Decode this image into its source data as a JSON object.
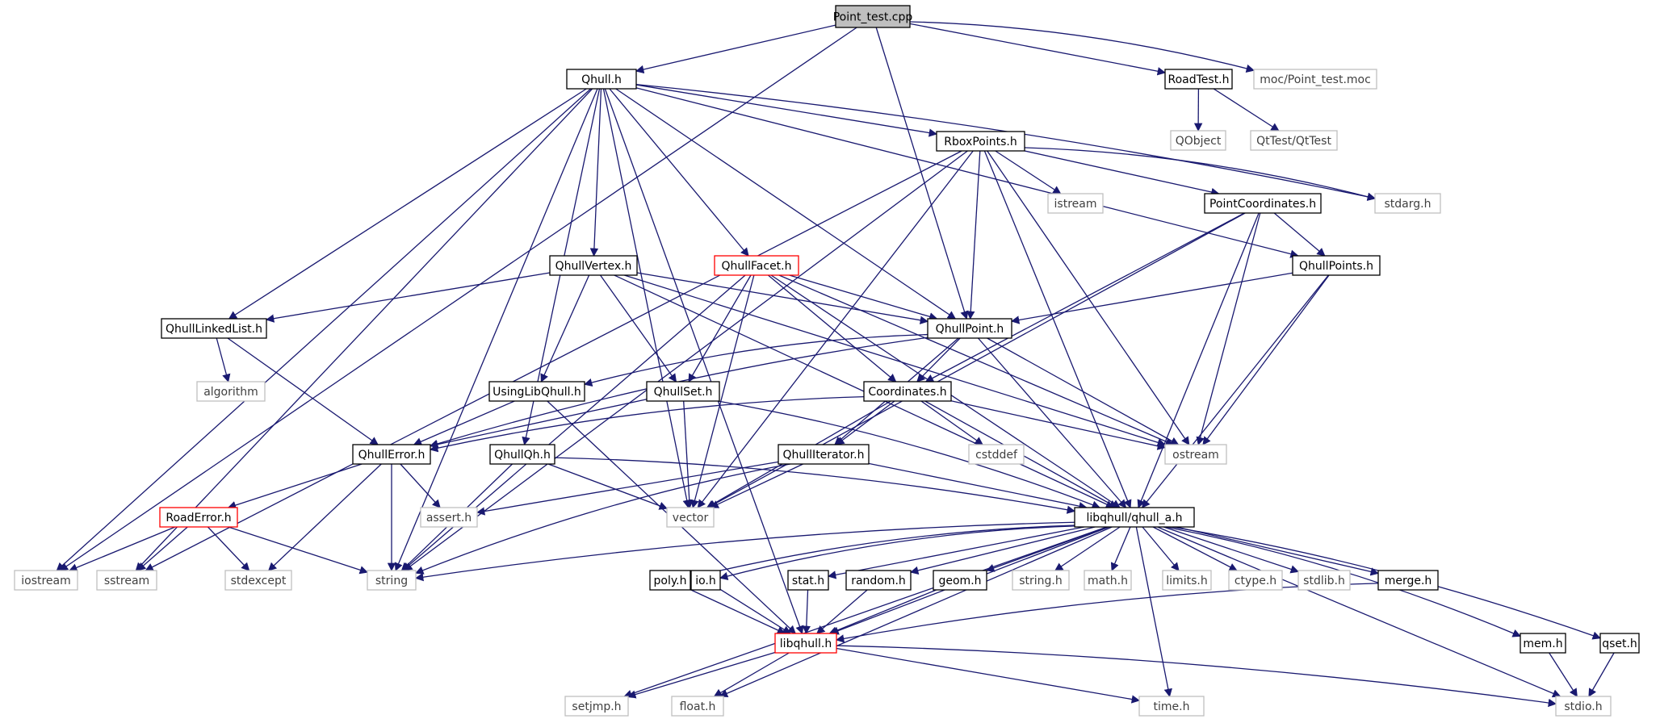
{
  "colors": {
    "edge": "#191970",
    "arrow": "#191970",
    "documented_border": "#000000",
    "external_border": "#bfbfbf",
    "incomplete_border": "#ff0000",
    "root_fill": "#bfbfbf",
    "node_fill": "#ffffff",
    "documented_text": "#000000",
    "external_text": "#404040"
  },
  "nodes": [
    {
      "id": "point_test_cpp",
      "label": "Point_test.cpp",
      "kind": "root"
    },
    {
      "id": "qhull_h",
      "label": "Qhull.h",
      "kind": "documented"
    },
    {
      "id": "roadtest_h",
      "label": "RoadTest.h",
      "kind": "documented"
    },
    {
      "id": "moc_point_test",
      "label": "moc/Point_test.moc",
      "kind": "external"
    },
    {
      "id": "qobject",
      "label": "QObject",
      "kind": "external"
    },
    {
      "id": "qttest",
      "label": "QtTest/QtTest",
      "kind": "external"
    },
    {
      "id": "rboxpoints_h",
      "label": "RboxPoints.h",
      "kind": "documented"
    },
    {
      "id": "istream",
      "label": "istream",
      "kind": "external"
    },
    {
      "id": "pointcoordinates_h",
      "label": "PointCoordinates.h",
      "kind": "documented"
    },
    {
      "id": "stdarg_h",
      "label": "stdarg.h",
      "kind": "external"
    },
    {
      "id": "qhullvertex_h",
      "label": "QhullVertex.h",
      "kind": "documented"
    },
    {
      "id": "qhullfacet_h",
      "label": "QhullFacet.h",
      "kind": "incomplete"
    },
    {
      "id": "qhullpoints_h",
      "label": "QhullPoints.h",
      "kind": "documented"
    },
    {
      "id": "qhulllinkedlist_h",
      "label": "QhullLinkedList.h",
      "kind": "documented"
    },
    {
      "id": "qhullpoint_h",
      "label": "QhullPoint.h",
      "kind": "documented"
    },
    {
      "id": "algorithm",
      "label": "algorithm",
      "kind": "external"
    },
    {
      "id": "usinglibqhull_h",
      "label": "UsingLibQhull.h",
      "kind": "documented"
    },
    {
      "id": "qhullset_h",
      "label": "QhullSet.h",
      "kind": "documented"
    },
    {
      "id": "coordinates_h",
      "label": "Coordinates.h",
      "kind": "documented"
    },
    {
      "id": "qhullerror_h",
      "label": "QhullError.h",
      "kind": "documented"
    },
    {
      "id": "qhullqh_h",
      "label": "QhullQh.h",
      "kind": "documented"
    },
    {
      "id": "qhulliterator_h",
      "label": "QhullIterator.h",
      "kind": "documented"
    },
    {
      "id": "cstddef",
      "label": "cstddef",
      "kind": "external"
    },
    {
      "id": "ostream",
      "label": "ostream",
      "kind": "external"
    },
    {
      "id": "roaderror_h",
      "label": "RoadError.h",
      "kind": "incomplete"
    },
    {
      "id": "assert_h",
      "label": "assert.h",
      "kind": "external"
    },
    {
      "id": "vector",
      "label": "vector",
      "kind": "external"
    },
    {
      "id": "qhull_a_h",
      "label": "libqhull/qhull_a.h",
      "kind": "documented"
    },
    {
      "id": "iostream",
      "label": "iostream",
      "kind": "external"
    },
    {
      "id": "sstream",
      "label": "sstream",
      "kind": "external"
    },
    {
      "id": "stdexcept",
      "label": "stdexcept",
      "kind": "external"
    },
    {
      "id": "string",
      "label": "string",
      "kind": "external"
    },
    {
      "id": "poly_h",
      "label": "poly.h",
      "kind": "documented"
    },
    {
      "id": "io_h",
      "label": "io.h",
      "kind": "documented"
    },
    {
      "id": "stat_h",
      "label": "stat.h",
      "kind": "documented"
    },
    {
      "id": "random_h",
      "label": "random.h",
      "kind": "documented"
    },
    {
      "id": "geom_h",
      "label": "geom.h",
      "kind": "documented"
    },
    {
      "id": "string_h",
      "label": "string.h",
      "kind": "external"
    },
    {
      "id": "math_h",
      "label": "math.h",
      "kind": "external"
    },
    {
      "id": "limits_h",
      "label": "limits.h",
      "kind": "external"
    },
    {
      "id": "ctype_h",
      "label": "ctype.h",
      "kind": "external"
    },
    {
      "id": "stdlib_h",
      "label": "stdlib.h",
      "kind": "external"
    },
    {
      "id": "merge_h",
      "label": "merge.h",
      "kind": "documented"
    },
    {
      "id": "libqhull_h",
      "label": "libqhull.h",
      "kind": "incomplete"
    },
    {
      "id": "mem_h",
      "label": "mem.h",
      "kind": "documented"
    },
    {
      "id": "qset_h",
      "label": "qset.h",
      "kind": "documented"
    },
    {
      "id": "setjmp_h",
      "label": "setjmp.h",
      "kind": "external"
    },
    {
      "id": "float_h",
      "label": "float.h",
      "kind": "external"
    },
    {
      "id": "time_h",
      "label": "time.h",
      "kind": "external"
    },
    {
      "id": "stdio_h",
      "label": "stdio.h",
      "kind": "external"
    }
  ],
  "edges": [
    [
      "point_test_cpp",
      "qhull_h"
    ],
    [
      "point_test_cpp",
      "roadtest_h"
    ],
    [
      "point_test_cpp",
      "moc_point_test"
    ],
    [
      "point_test_cpp",
      "qhullpoint_h"
    ],
    [
      "point_test_cpp",
      "iostream"
    ],
    [
      "roadtest_h",
      "qobject"
    ],
    [
      "roadtest_h",
      "qttest"
    ],
    [
      "qhull_h",
      "rboxpoints_h"
    ],
    [
      "qhull_h",
      "qhullvertex_h"
    ],
    [
      "qhull_h",
      "qhullfacet_h"
    ],
    [
      "qhull_h",
      "qhulllinkedlist_h"
    ],
    [
      "qhull_h",
      "qhullpoint_h"
    ],
    [
      "qhull_h",
      "qhullpoints_h"
    ],
    [
      "qhull_h",
      "stdarg_h"
    ],
    [
      "qhull_h",
      "qhullqh_h"
    ],
    [
      "qhull_h",
      "libqhull_h"
    ],
    [
      "qhull_h",
      "vector"
    ],
    [
      "qhull_h",
      "string"
    ],
    [
      "qhull_h",
      "sstream"
    ],
    [
      "qhull_h",
      "iostream"
    ],
    [
      "rboxpoints_h",
      "qhullpoint_h"
    ],
    [
      "rboxpoints_h",
      "pointcoordinates_h"
    ],
    [
      "rboxpoints_h",
      "istream"
    ],
    [
      "rboxpoints_h",
      "stdarg_h"
    ],
    [
      "rboxpoints_h",
      "ostream"
    ],
    [
      "rboxpoints_h",
      "vector"
    ],
    [
      "rboxpoints_h",
      "qhull_a_h"
    ],
    [
      "rboxpoints_h",
      "sstream"
    ],
    [
      "rboxpoints_h",
      "string"
    ],
    [
      "pointcoordinates_h",
      "qhullpoints_h"
    ],
    [
      "pointcoordinates_h",
      "coordinates_h"
    ],
    [
      "pointcoordinates_h",
      "ostream"
    ],
    [
      "pointcoordinates_h",
      "vector"
    ],
    [
      "pointcoordinates_h",
      "qhull_a_h"
    ],
    [
      "qhullpoints_h",
      "qhullpoint_h"
    ],
    [
      "qhullpoints_h",
      "ostream"
    ],
    [
      "qhullpoints_h",
      "qhull_a_h"
    ],
    [
      "qhullvertex_h",
      "qhulllinkedlist_h"
    ],
    [
      "qhullvertex_h",
      "qhullpoint_h"
    ],
    [
      "qhullvertex_h",
      "usinglibqhull_h"
    ],
    [
      "qhullvertex_h",
      "qhullset_h"
    ],
    [
      "qhullvertex_h",
      "ostream"
    ],
    [
      "qhullvertex_h",
      "qhull_a_h"
    ],
    [
      "qhullfacet_h",
      "qhullpoint_h"
    ],
    [
      "qhullfacet_h",
      "qhullset_h"
    ],
    [
      "qhullfacet_h",
      "coordinates_h"
    ],
    [
      "qhullfacet_h",
      "vector"
    ],
    [
      "qhullfacet_h",
      "string"
    ],
    [
      "qhullfacet_h",
      "ostream"
    ],
    [
      "qhullfacet_h",
      "qhull_a_h"
    ],
    [
      "qhulllinkedlist_h",
      "algorithm"
    ],
    [
      "qhulllinkedlist_h",
      "qhullerror_h"
    ],
    [
      "qhullpoint_h",
      "coordinates_h"
    ],
    [
      "qhullpoint_h",
      "qhulliterator_h"
    ],
    [
      "qhullpoint_h",
      "usinglibqhull_h"
    ],
    [
      "qhullpoint_h",
      "qhullerror_h"
    ],
    [
      "qhullpoint_h",
      "ostream"
    ],
    [
      "qhullpoint_h",
      "qhull_a_h"
    ],
    [
      "usinglibqhull_h",
      "qhullerror_h"
    ],
    [
      "usinglibqhull_h",
      "libqhull_h"
    ],
    [
      "qhullset_h",
      "qhullerror_h"
    ],
    [
      "qhullset_h",
      "vector"
    ],
    [
      "qhullset_h",
      "qhull_a_h"
    ],
    [
      "coordinates_h",
      "qhulliterator_h"
    ],
    [
      "coordinates_h",
      "qhullerror_h"
    ],
    [
      "coordinates_h",
      "cstddef"
    ],
    [
      "coordinates_h",
      "ostream"
    ],
    [
      "coordinates_h",
      "vector"
    ],
    [
      "coordinates_h",
      "qhull_a_h"
    ],
    [
      "qhullerror_h",
      "roaderror_h"
    ],
    [
      "qhullerror_h",
      "assert_h"
    ],
    [
      "qhullerror_h",
      "stdexcept"
    ],
    [
      "qhullerror_h",
      "string"
    ],
    [
      "qhullqh_h",
      "vector"
    ],
    [
      "qhullqh_h",
      "string"
    ],
    [
      "qhullqh_h",
      "qhull_a_h"
    ],
    [
      "qhulliterator_h",
      "assert_h"
    ],
    [
      "qhulliterator_h",
      "vector"
    ],
    [
      "qhulliterator_h",
      "string"
    ],
    [
      "qhulliterator_h",
      "qhull_a_h"
    ],
    [
      "roaderror_h",
      "iostream"
    ],
    [
      "roaderror_h",
      "sstream"
    ],
    [
      "roaderror_h",
      "stdexcept"
    ],
    [
      "roaderror_h",
      "string"
    ],
    [
      "qhull_a_h",
      "libqhull_h"
    ],
    [
      "qhull_a_h",
      "poly_h"
    ],
    [
      "qhull_a_h",
      "io_h"
    ],
    [
      "qhull_a_h",
      "stat_h"
    ],
    [
      "qhull_a_h",
      "random_h"
    ],
    [
      "qhull_a_h",
      "geom_h"
    ],
    [
      "qhull_a_h",
      "string_h"
    ],
    [
      "qhull_a_h",
      "math_h"
    ],
    [
      "qhull_a_h",
      "limits_h"
    ],
    [
      "qhull_a_h",
      "ctype_h"
    ],
    [
      "qhull_a_h",
      "stdlib_h"
    ],
    [
      "qhull_a_h",
      "merge_h"
    ],
    [
      "qhull_a_h",
      "mem_h"
    ],
    [
      "qhull_a_h",
      "qset_h"
    ],
    [
      "qhull_a_h",
      "stdio_h"
    ],
    [
      "qhull_a_h",
      "setjmp_h"
    ],
    [
      "qhull_a_h",
      "float_h"
    ],
    [
      "qhull_a_h",
      "time_h"
    ],
    [
      "qhull_a_h",
      "string"
    ],
    [
      "poly_h",
      "libqhull_h"
    ],
    [
      "io_h",
      "libqhull_h"
    ],
    [
      "stat_h",
      "libqhull_h"
    ],
    [
      "random_h",
      "libqhull_h"
    ],
    [
      "geom_h",
      "libqhull_h"
    ],
    [
      "merge_h",
      "libqhull_h"
    ],
    [
      "libqhull_h",
      "setjmp_h"
    ],
    [
      "libqhull_h",
      "float_h"
    ],
    [
      "libqhull_h",
      "time_h"
    ],
    [
      "libqhull_h",
      "stdio_h"
    ],
    [
      "mem_h",
      "stdio_h"
    ],
    [
      "qset_h",
      "stdio_h"
    ]
  ]
}
